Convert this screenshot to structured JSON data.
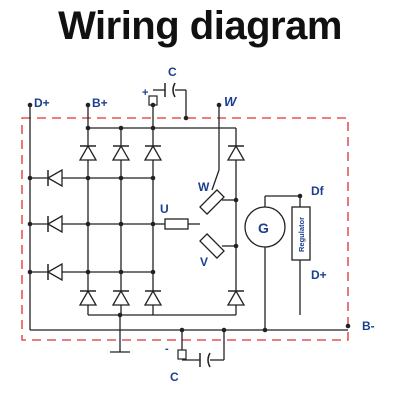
{
  "title": "Wiring diagram",
  "colors": {
    "wire": "#222222",
    "label": "#1a3f8f",
    "housing": "#e03030"
  },
  "terminals": {
    "d_plus_top": "D+",
    "b_plus": "B+",
    "w": "W",
    "b_minus": "B-",
    "df": "Df",
    "d_plus_reg": "D+"
  },
  "capacitor_top": {
    "label": "C",
    "polarity": "+"
  },
  "capacitor_bottom": {
    "label": "C",
    "polarity": "-"
  },
  "windings": {
    "u": "U",
    "v": "V",
    "w": "W"
  },
  "generator_symbol": "G",
  "regulator": "Regulator"
}
